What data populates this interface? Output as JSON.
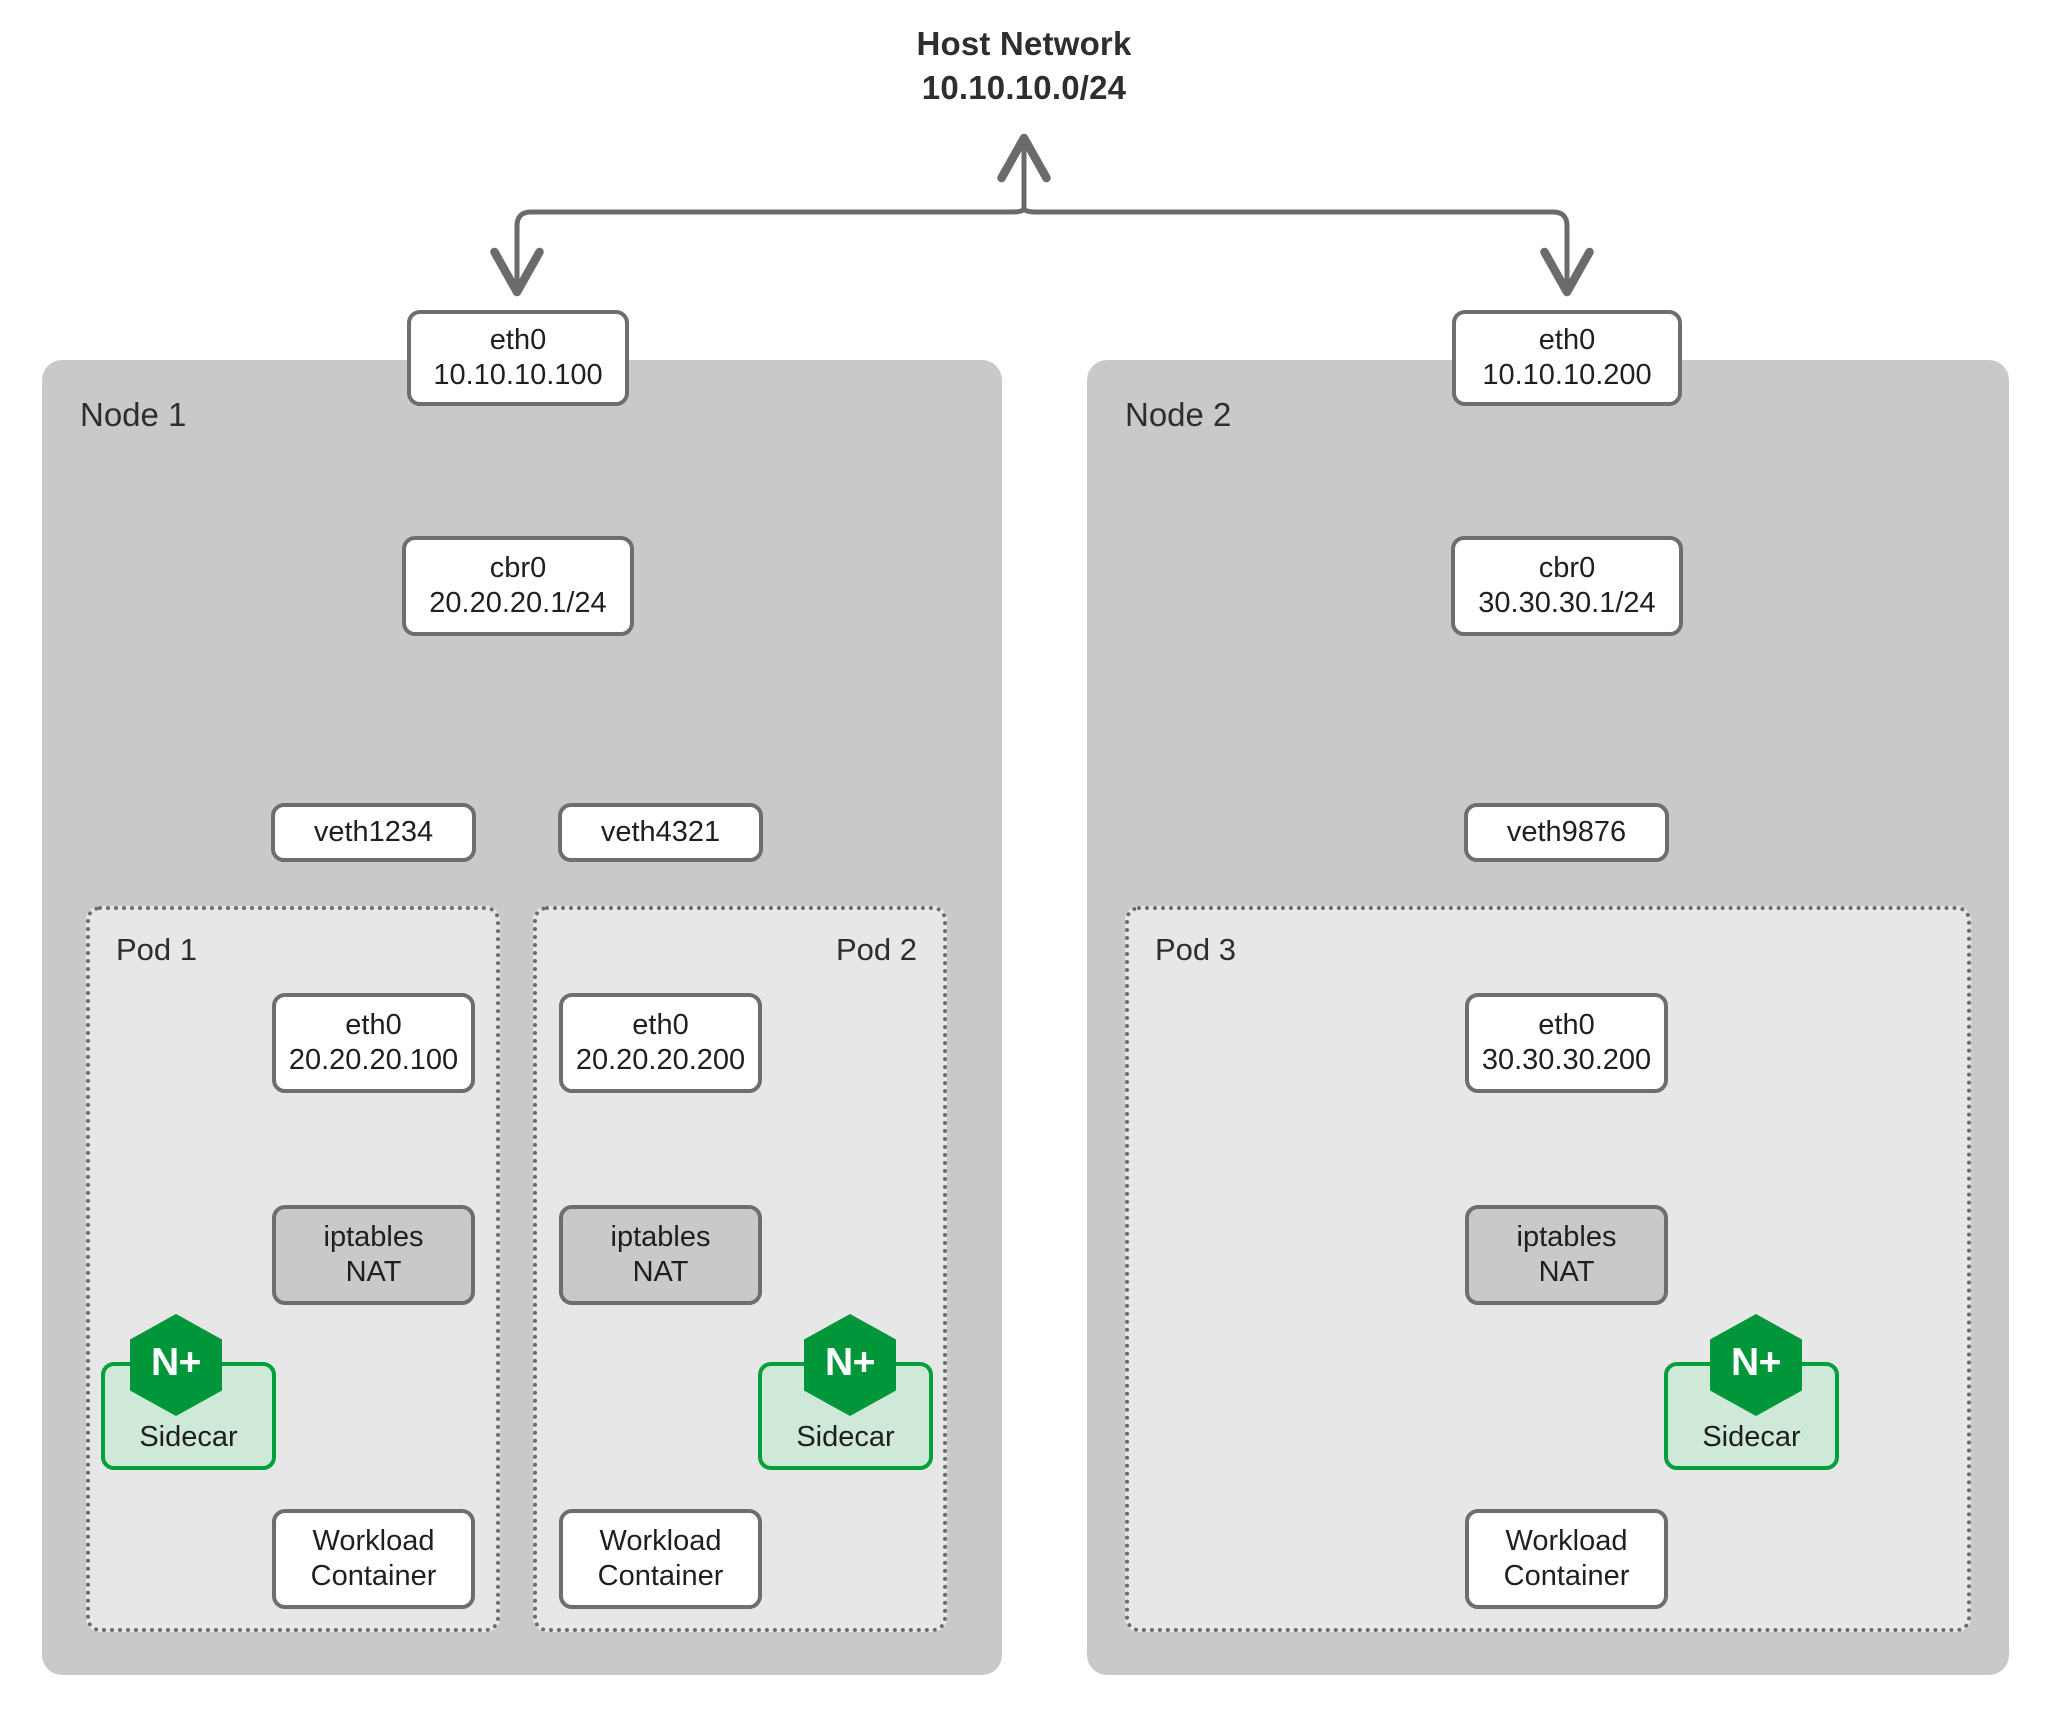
{
  "diagram": {
    "title_line1": "Host Network",
    "title_line2": "10.10.10.0/24",
    "colors": {
      "node_fill": "#c9c9c9",
      "pod_fill": "#e7e7e7",
      "box_border": "#6e6e6e",
      "arrow": "#6b6b6b",
      "nginx_green": "#009639",
      "sidecar_fill": "#cfe9d8",
      "sidecar_border": "#00a03c",
      "text": "#2e2e2e"
    }
  },
  "nodes": [
    {
      "label": "Node 1",
      "eth0_name": "eth0",
      "eth0_addr": "10.10.10.100",
      "bridge_name": "cbr0",
      "bridge_addr": "20.20.20.1/24",
      "veths": [
        "veth1234",
        "veth4321"
      ],
      "pods": [
        {
          "label": "Pod 1",
          "eth0_name": "eth0",
          "eth0_addr": "20.20.20.100",
          "nat_line1": "iptables",
          "nat_line2": "NAT",
          "sidecar_label": "Sidecar",
          "sidecar_badge": "N+",
          "workload_line1": "Workload",
          "workload_line2": "Container",
          "sidecar_side": "left"
        },
        {
          "label": "Pod 2",
          "eth0_name": "eth0",
          "eth0_addr": "20.20.20.200",
          "nat_line1": "iptables",
          "nat_line2": "NAT",
          "sidecar_label": "Sidecar",
          "sidecar_badge": "N+",
          "workload_line1": "Workload",
          "workload_line2": "Container",
          "sidecar_side": "right"
        }
      ]
    },
    {
      "label": "Node 2",
      "eth0_name": "eth0",
      "eth0_addr": "10.10.10.200",
      "bridge_name": "cbr0",
      "bridge_addr": "30.30.30.1/24",
      "veths": [
        "veth9876"
      ],
      "pods": [
        {
          "label": "Pod 3",
          "eth0_name": "eth0",
          "eth0_addr": "30.30.30.200",
          "nat_line1": "iptables",
          "nat_line2": "NAT",
          "sidecar_label": "Sidecar",
          "sidecar_badge": "N+",
          "workload_line1": "Workload",
          "workload_line2": "Container",
          "sidecar_side": "right"
        }
      ]
    }
  ]
}
